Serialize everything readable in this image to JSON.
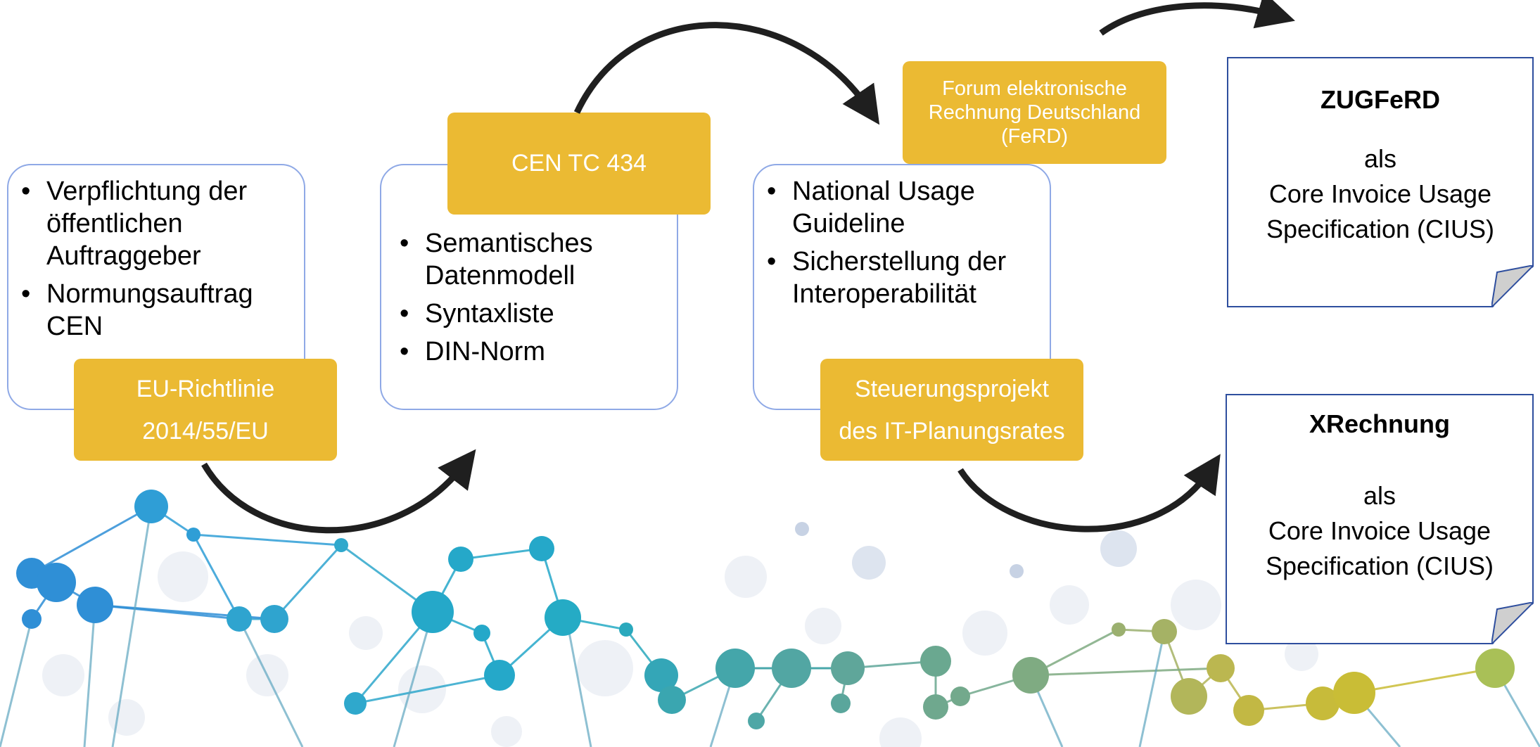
{
  "stage1": {
    "bullets": [
      "Verpflichtung der öffentlichen Auftraggeber",
      "Normungsauftrag CEN"
    ],
    "tag_line1": "EU-Richtlinie",
    "tag_line2": "2014/55/EU"
  },
  "stage2": {
    "tag": "CEN TC 434",
    "bullets": [
      "Semantisches Datenmodell",
      "Syntaxliste",
      "DIN-Norm"
    ]
  },
  "stage3": {
    "top_tag": "Forum elektronische Rechnung Deutschland (FeRD)",
    "bullets": [
      "National Usage Guideline",
      "Sicherstellung der Interoperabilität"
    ],
    "tag_line1": "Steuerungsprojekt",
    "tag_line2": "des IT-Planungsrates"
  },
  "result1": {
    "title": "ZUGFeRD",
    "line1": "als",
    "line2": "Core Invoice Usage",
    "line3": "Specification (CIUS)"
  },
  "result2": {
    "title": "XRechnung",
    "line1": "als",
    "line2": "Core Invoice Usage",
    "line3": "Specification (CIUS)"
  },
  "colors": {
    "tag": "#ebba33",
    "box_border": "#8fa9e6",
    "doc_border": "#2e4e9e",
    "arrow": "#1f1f1f"
  }
}
